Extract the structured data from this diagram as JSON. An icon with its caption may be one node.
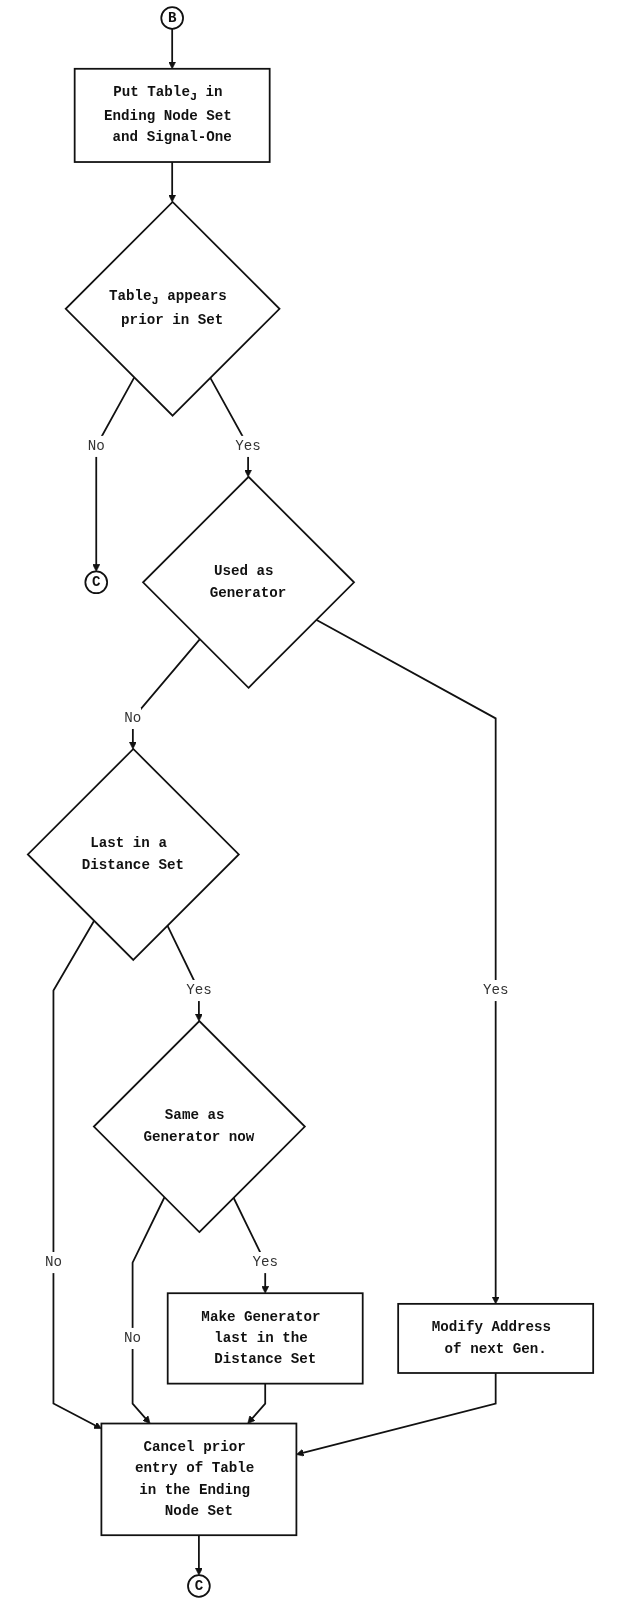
{
  "diagram": {
    "nodes": [
      {
        "text": [
          "B"
        ]
      },
      {
        "text": [
          "Put Table$_{J}$ in Ending Node Set and Signal-One"
        ]
      },
      {
        "text": [
          "Table$_{J}$ appears prior in Set"
        ]
      },
      {
        "text": [
          "C"
        ]
      },
      {
        "text": [
          "Used as Generator"
        ]
      },
      {
        "text": [
          "Modify Address of next Gen."
        ]
      },
      {
        "text": [
          "Last in a Distance Set"
        ]
      },
      {
        "text": [
          "Same as Generator now"
        ]
      },
      {
        "text": [
          "Make Generator last in the Distance Set"
        ]
      },
      {
        "text": [
          "Cancel prior entry of Table in the Ending Node Set"
        ]
      },
      {
        "text": [
          "C"
        ]
      }
    ],
    "edges": [
      {
        "from": 0,
        "to": 1,
        "arrow": "to"
      },
      {
        "from": 1,
        "to": 2,
        "arrow": "to"
      },
      {
        "from": 2,
        "to": 3,
        "label": "No",
        "arrow": "to"
      },
      {
        "from": 2,
        "to": 4,
        "label": "Yes",
        "arrow": "to"
      },
      {
        "from": 4,
        "to": 5,
        "label": "Yes",
        "arrow": "to"
      },
      {
        "from": 4,
        "to": 6,
        "label": "No",
        "arrow": "to"
      },
      {
        "from": 6,
        "to": 9,
        "label": "No",
        "arrow": "to"
      },
      {
        "from": 6,
        "to": 7,
        "label": "Yes",
        "arrow": "to"
      },
      {
        "from": 7,
        "to": 9,
        "label": "No",
        "arrow": "to"
      },
      {
        "from": 7,
        "to": 8,
        "label": "Yes",
        "arrow": "to"
      },
      {
        "from": 8,
        "to": 9,
        "arrow": "to"
      },
      {
        "from": 5,
        "to": 9,
        "arrow": "to"
      },
      {
        "from": 9,
        "to": 10,
        "arrow": "to"
      }
    ]
  }
}
